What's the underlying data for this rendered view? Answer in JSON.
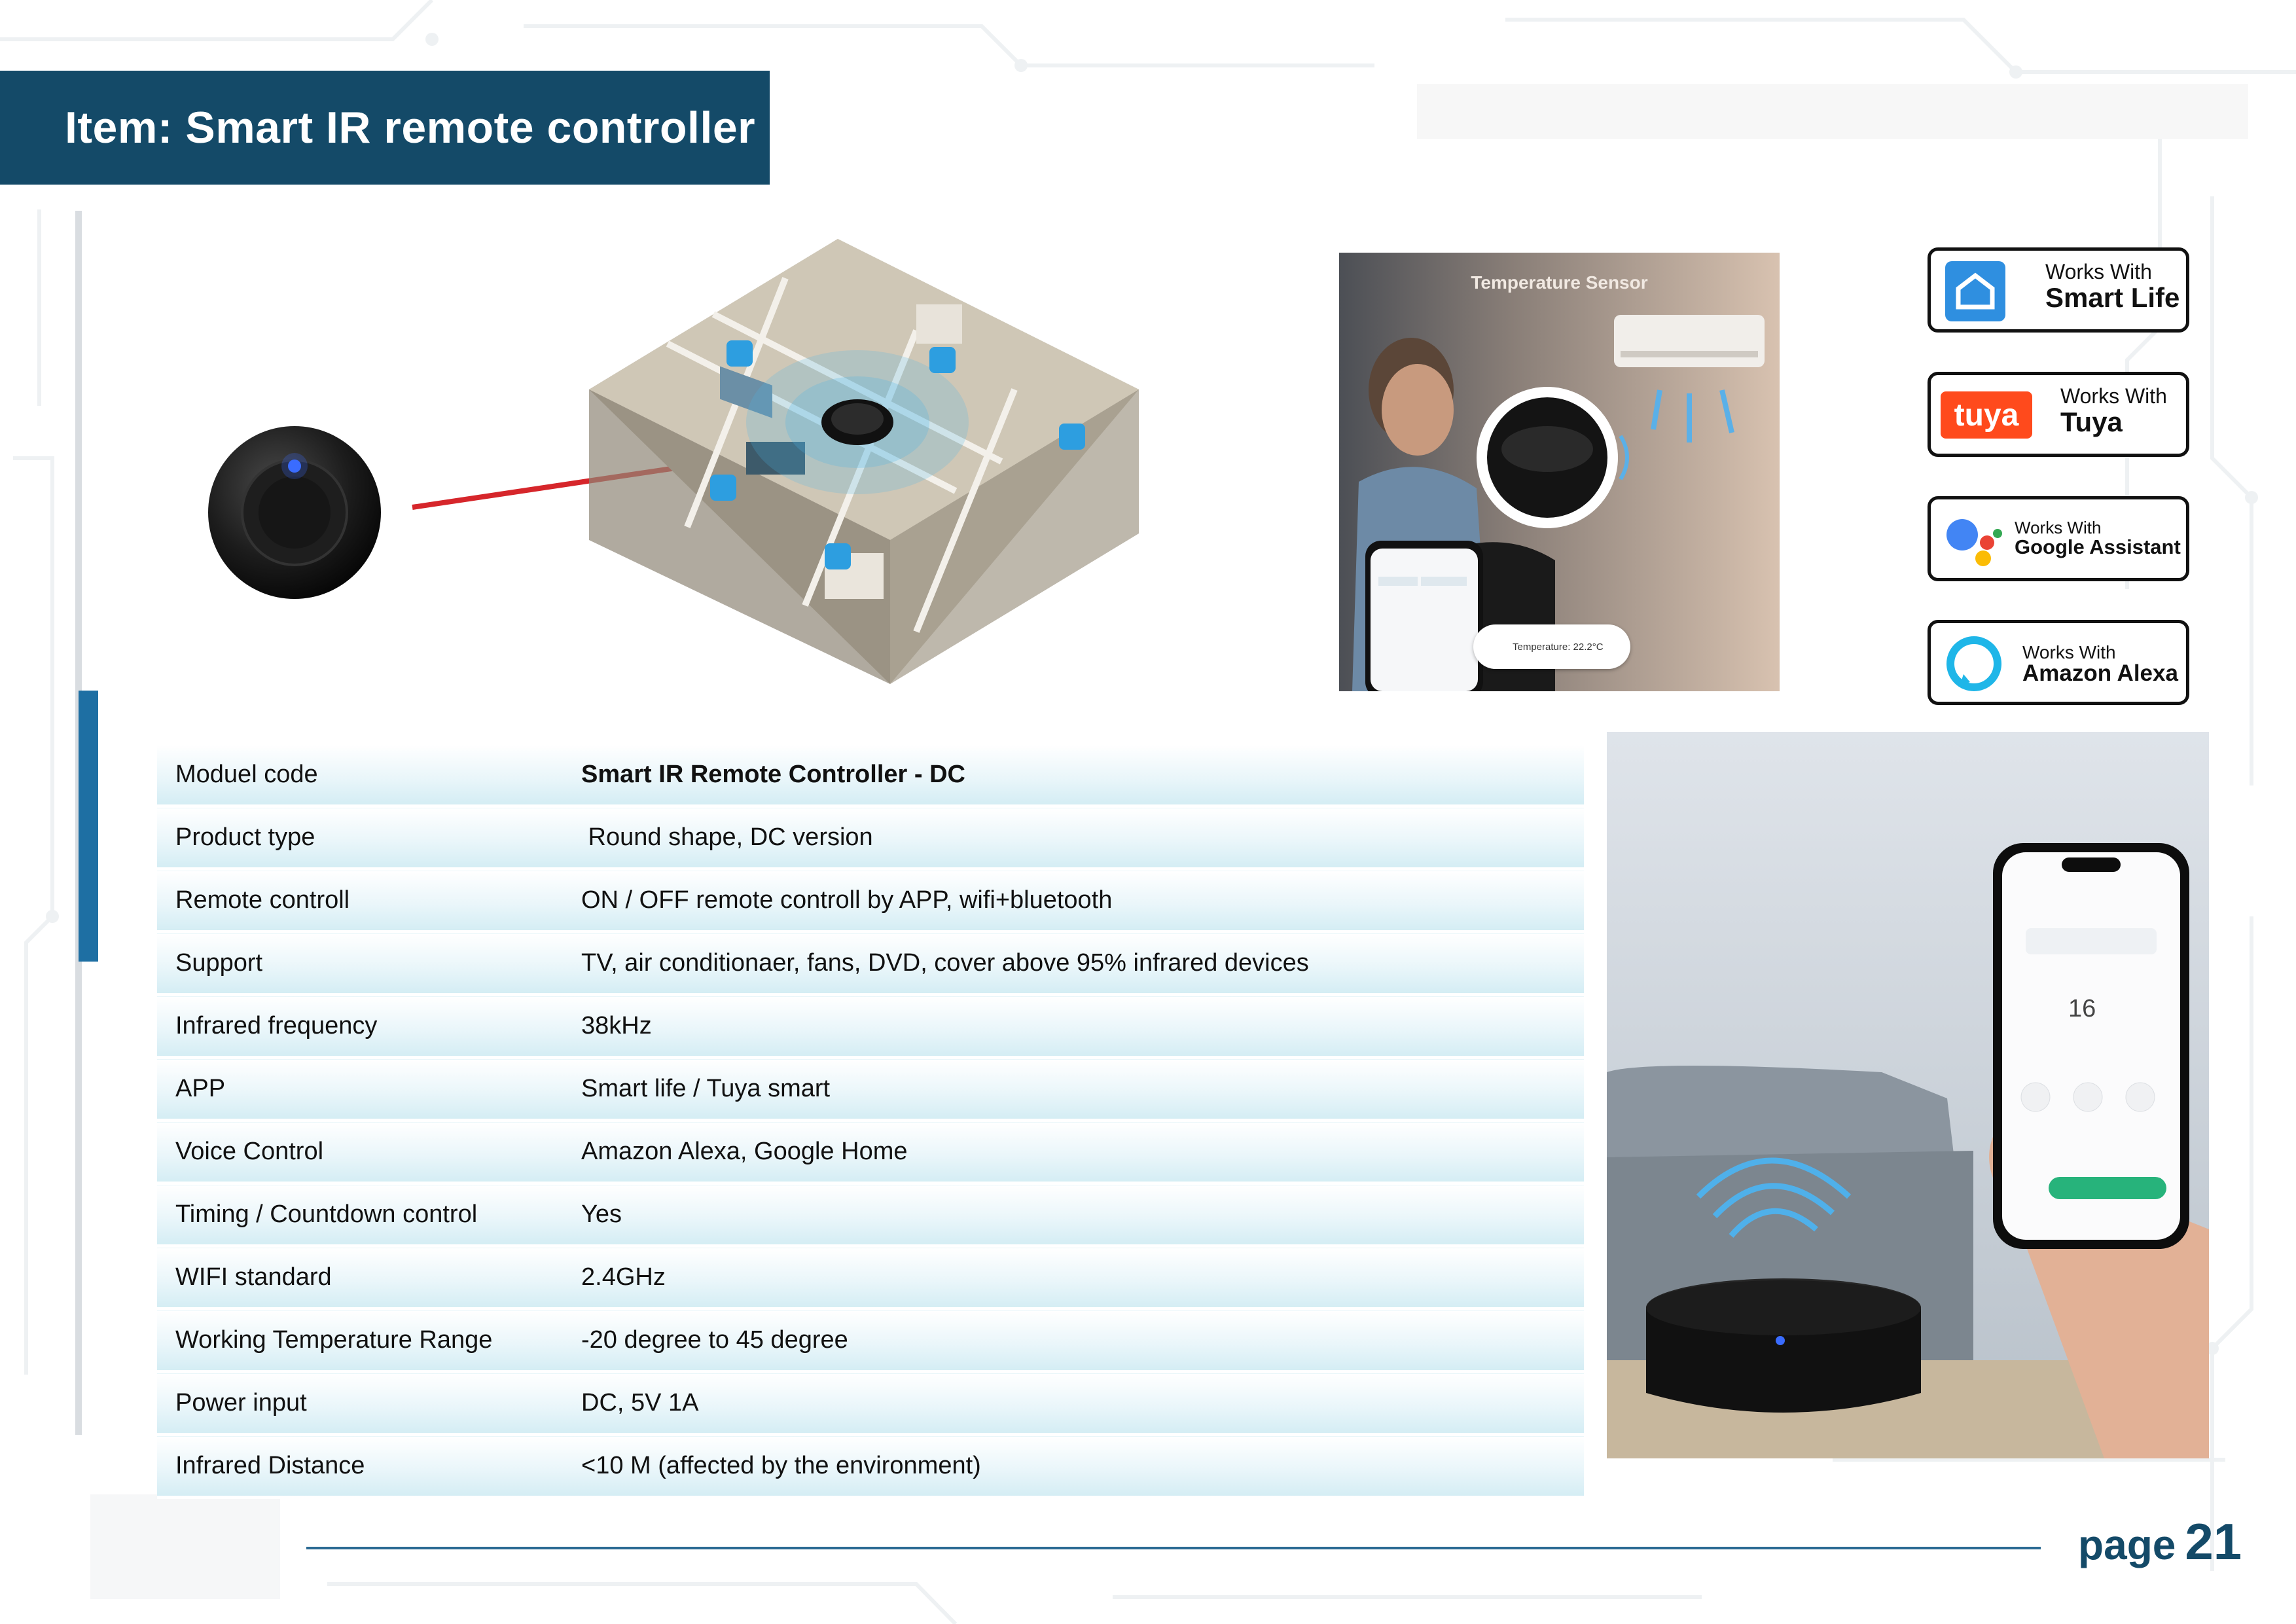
{
  "header": {
    "title": "Item: Smart IR remote controller"
  },
  "temperature_image": {
    "label": "Temperature Sensor",
    "pill_text": "Temperature:  22.2°C"
  },
  "phone_screen": {
    "set_temp": "16"
  },
  "badges": [
    {
      "line1": "Works With",
      "line2": "Smart Life",
      "icon": "smart-life-house-icon"
    },
    {
      "line1": "Works With",
      "line2": "Tuya",
      "logo_text": "tuya",
      "icon": "tuya-logo-icon"
    },
    {
      "line1": "Works With",
      "line2": "Google Assistant",
      "icon": "google-assistant-dots-icon"
    },
    {
      "line1": "Works With",
      "line2": "Amazon Alexa",
      "icon": "alexa-ring-icon"
    }
  ],
  "specs": [
    {
      "key": "Moduel code",
      "value": "Smart IR Remote Controller - DC"
    },
    {
      "key": "Product type",
      "value": " Round shape, DC version"
    },
    {
      "key": "Remote controll",
      "value": "ON / OFF remote controll by APP, wifi+bluetooth"
    },
    {
      "key": "Support",
      "value": "TV, air conditionaer, fans, DVD, cover above 95% infrared devices"
    },
    {
      "key": "Infrared frequency",
      "value": "38kHz"
    },
    {
      "key": "APP",
      "value": "Smart life / Tuya smart"
    },
    {
      "key": "Voice Control",
      "value": "Amazon Alexa, Google Home"
    },
    {
      "key": "Timing / Countdown control",
      "value": "Yes"
    },
    {
      "key": "WIFI standard",
      "value": "2.4GHz"
    },
    {
      "key": "Working Temperature Range",
      "value": "-20 degree to 45 degree"
    },
    {
      "key": "Power input",
      "value": "DC, 5V 1A"
    },
    {
      "key": "Infrared Distance",
      "value": "<10 M (affected by the environment)"
    }
  ],
  "footer": {
    "page_word": "page",
    "page_number": "21"
  },
  "colors": {
    "title_bg": "#144a68",
    "accent": "#1e6fa3",
    "arrow": "#d6262b"
  }
}
